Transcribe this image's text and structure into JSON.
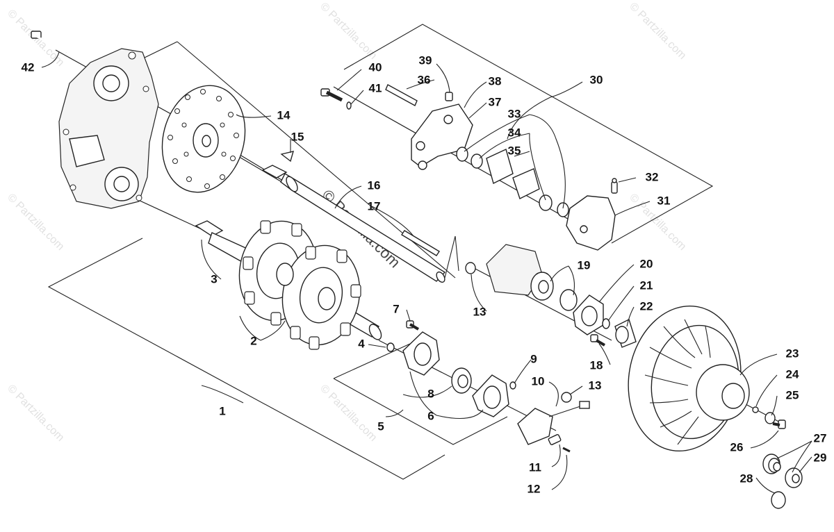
{
  "diagram": {
    "watermark_text": "© Partzilla.com",
    "callouts": [
      "1",
      "2",
      "3",
      "4",
      "5",
      "6",
      "7",
      "8",
      "9",
      "10",
      "11",
      "12",
      "13",
      "13",
      "14",
      "15",
      "16",
      "17",
      "18",
      "19",
      "20",
      "21",
      "22",
      "23",
      "24",
      "25",
      "26",
      "27",
      "28",
      "29",
      "30",
      "31",
      "32",
      "33",
      "34",
      "35",
      "36",
      "37",
      "38",
      "39",
      "40",
      "41",
      "42"
    ]
  }
}
